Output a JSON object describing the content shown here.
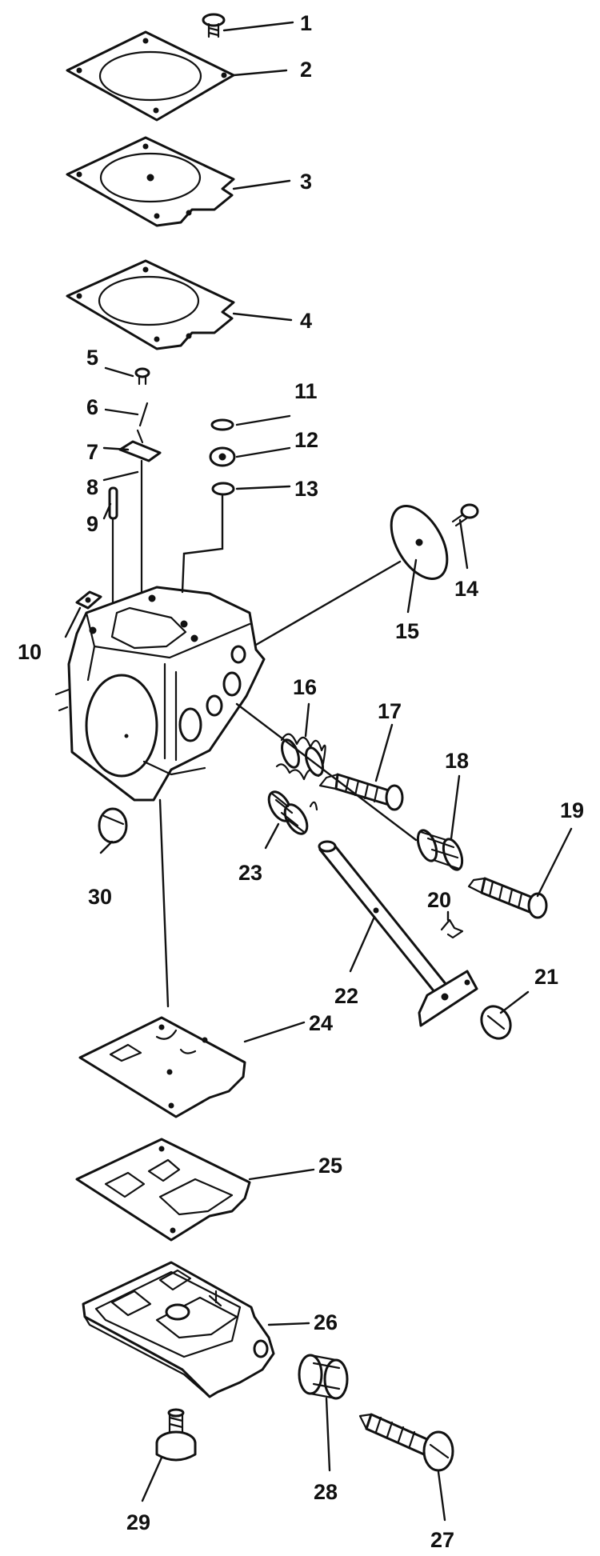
{
  "colors": {
    "ink": "#111111",
    "paper": "#ffffff"
  },
  "callouts": {
    "n1": "1",
    "n2": "2",
    "n3": "3",
    "n4": "4",
    "n5": "5",
    "n6": "6",
    "n7": "7",
    "n8": "8",
    "n9": "9",
    "n10": "10",
    "n11": "11",
    "n12": "12",
    "n13": "13",
    "n14": "14",
    "n15": "15",
    "n16": "16",
    "n17": "17",
    "n18": "18",
    "n19": "19",
    "n20": "20",
    "n21": "21",
    "n22": "22",
    "n23": "23",
    "n24": "24",
    "n25": "25",
    "n26": "26",
    "n27": "27",
    "n28": "28",
    "n29": "29",
    "n30": "30"
  }
}
